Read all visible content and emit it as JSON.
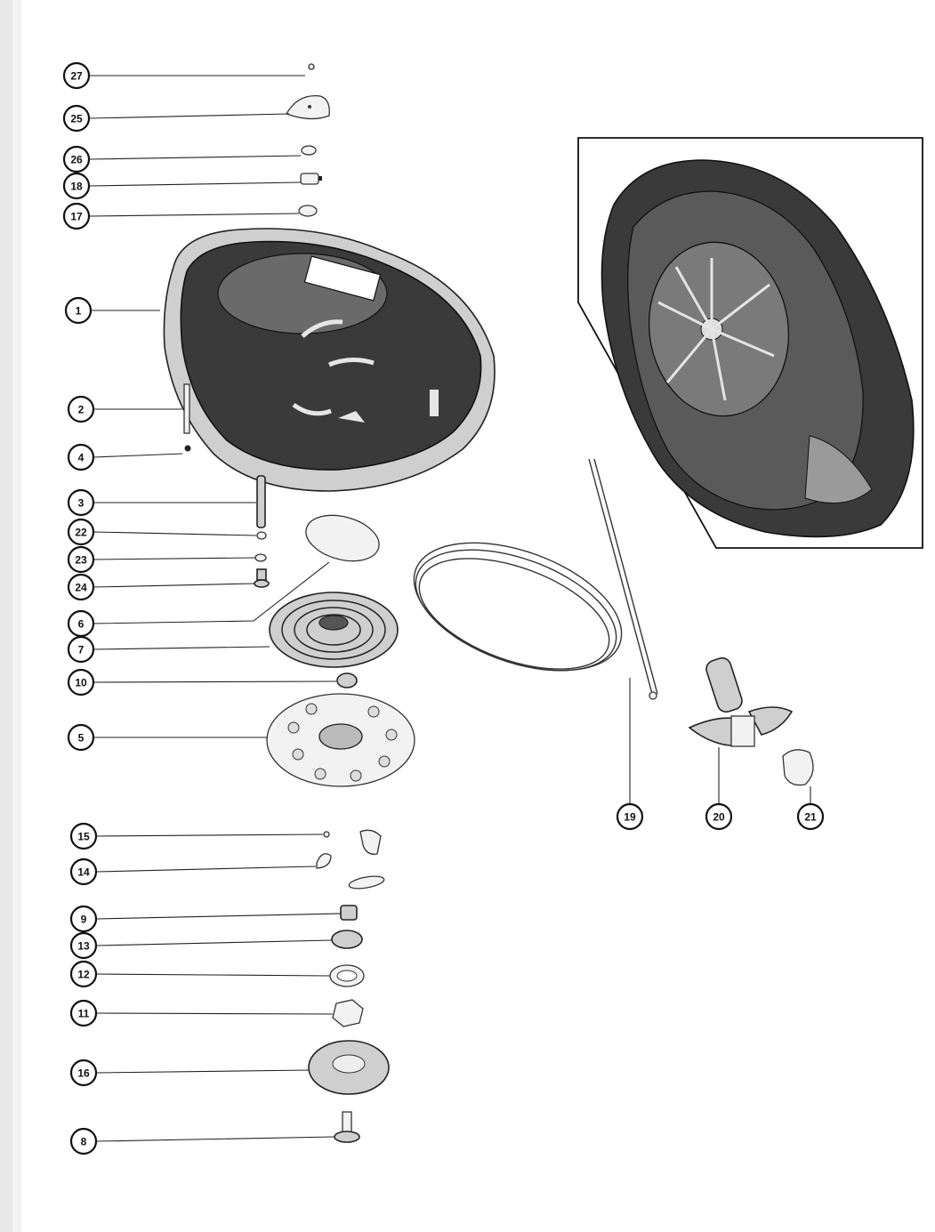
{
  "callouts": [
    {
      "id": "c27",
      "label": "27"
    },
    {
      "id": "c25",
      "label": "25"
    },
    {
      "id": "c26",
      "label": "26"
    },
    {
      "id": "c18",
      "label": "18"
    },
    {
      "id": "c17",
      "label": "17"
    },
    {
      "id": "c1",
      "label": "1"
    },
    {
      "id": "c2",
      "label": "2"
    },
    {
      "id": "c4",
      "label": "4"
    },
    {
      "id": "c3",
      "label": "3"
    },
    {
      "id": "c22",
      "label": "22"
    },
    {
      "id": "c23",
      "label": "23"
    },
    {
      "id": "c24",
      "label": "24"
    },
    {
      "id": "c6",
      "label": "6"
    },
    {
      "id": "c7",
      "label": "7"
    },
    {
      "id": "c10",
      "label": "10"
    },
    {
      "id": "c5",
      "label": "5"
    },
    {
      "id": "c15",
      "label": "15"
    },
    {
      "id": "c14",
      "label": "14"
    },
    {
      "id": "c9",
      "label": "9"
    },
    {
      "id": "c13",
      "label": "13"
    },
    {
      "id": "c12",
      "label": "12"
    },
    {
      "id": "c11",
      "label": "11"
    },
    {
      "id": "c16",
      "label": "16"
    },
    {
      "id": "c8",
      "label": "8"
    },
    {
      "id": "c19",
      "label": "19"
    },
    {
      "id": "c20",
      "label": "20"
    },
    {
      "id": "c21",
      "label": "21"
    }
  ]
}
